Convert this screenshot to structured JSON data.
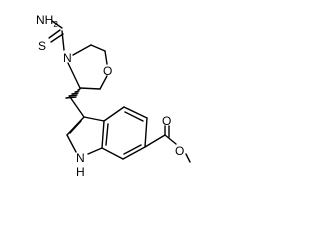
{
  "molecule": {
    "atoms": {
      "nh2": "NH",
      "nh2_sub": "2",
      "thione_s": "S",
      "ring_n": "N",
      "ring_o": "O",
      "indole_nh": "N",
      "indole_h": "H",
      "carbonyl_o": "O",
      "ester_o": "O"
    },
    "colors": {
      "bond": "#000000",
      "label": "#000000",
      "background": "#ffffff"
    }
  }
}
